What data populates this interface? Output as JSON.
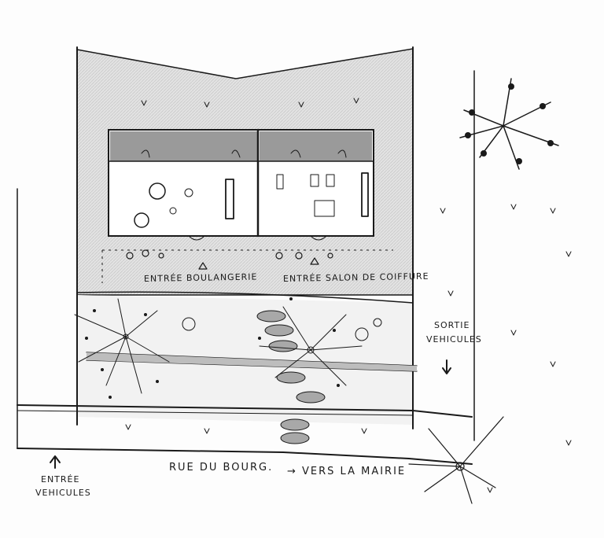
{
  "labels": {
    "entree_boulangerie": "ENTRÉE BOULANGERIE",
    "entree_salon": "ENTRÉE SALON DE COIFFURE",
    "sortie_vehicules_1": "SORTIE",
    "sortie_vehicules_2": "VEHICULES",
    "entree_vehicules_1": "ENTRÉE",
    "entree_vehicules_2": "VEHICULES",
    "rue": "RUE DU BOURG.",
    "vers_mairie": "→ VERS LA MAIRIE"
  },
  "colors": {
    "ink": "#1a1a1a",
    "shade": "#d6d6d6",
    "roof": "#9a9a9a",
    "stone": "#a8a8a8"
  }
}
